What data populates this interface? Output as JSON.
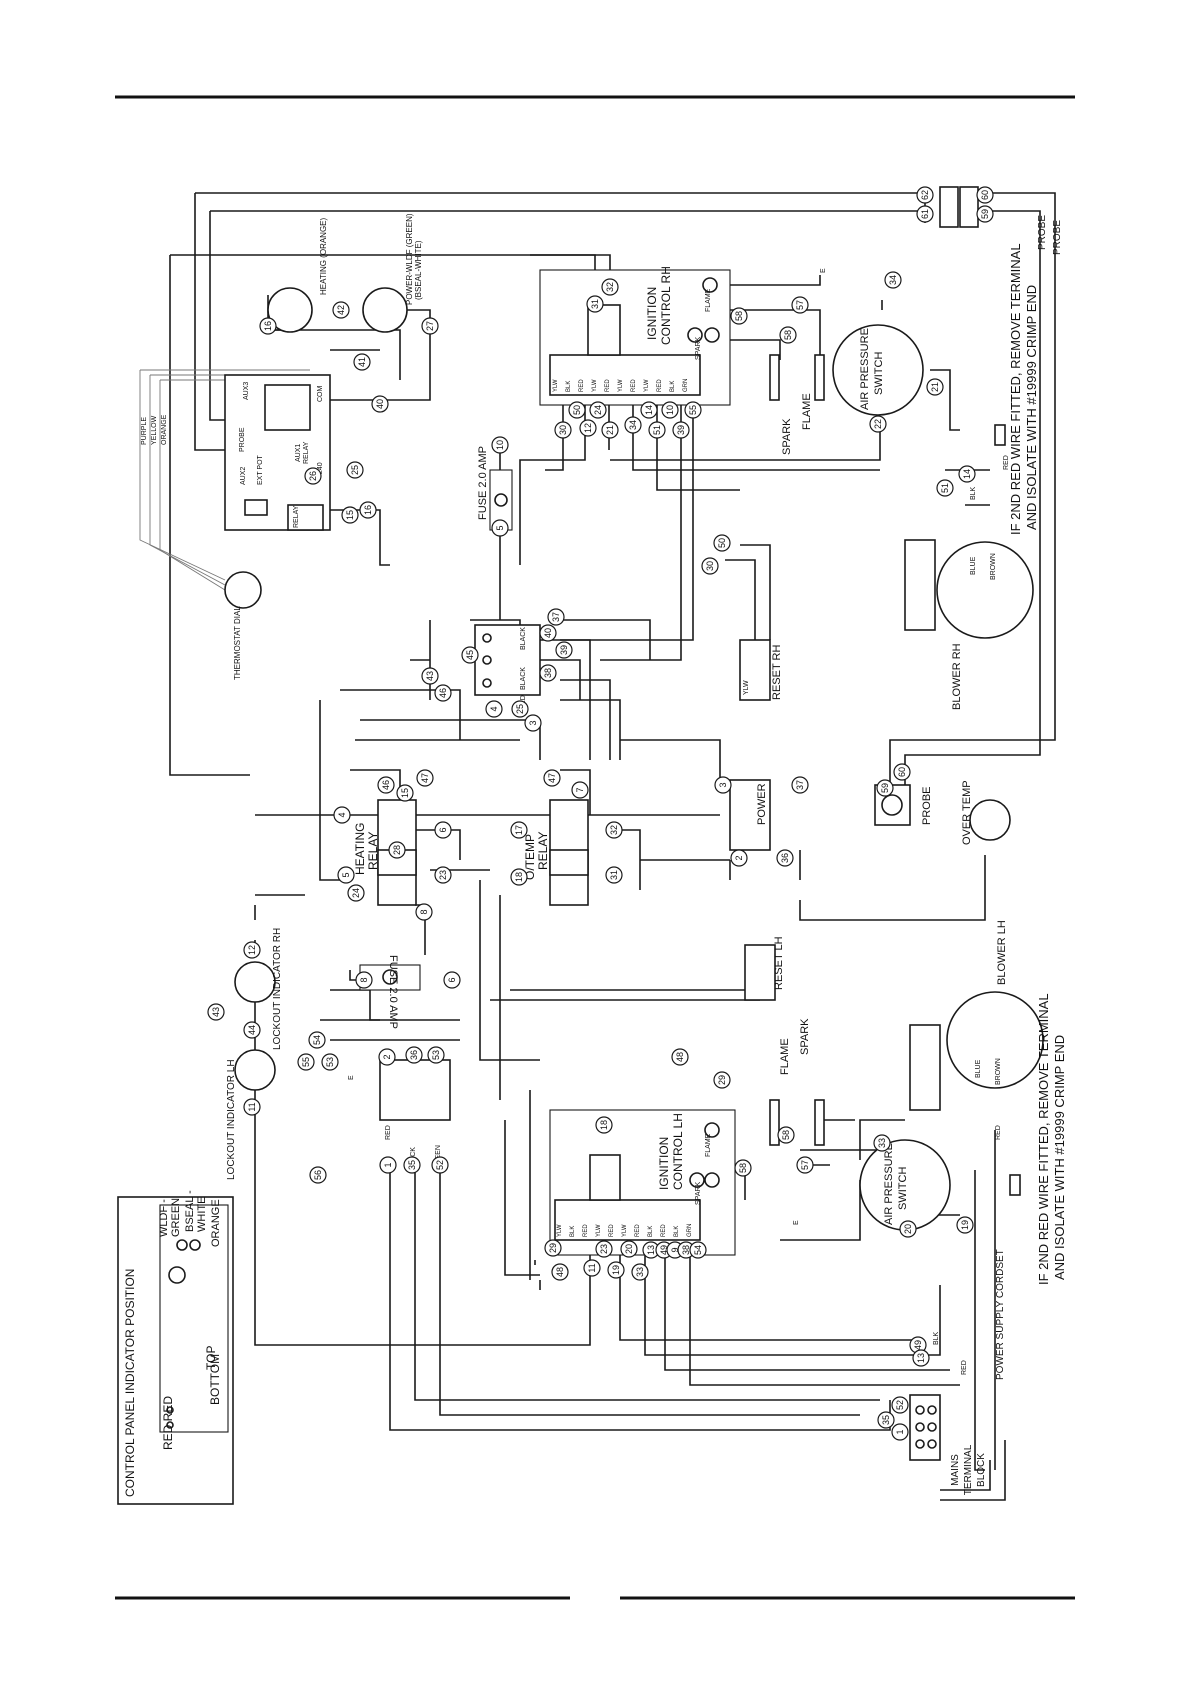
{
  "top_labels": {
    "ignition_rh": [
      "IGNITION",
      "CONTROL RH"
    ],
    "air_pressure_rh": [
      "AIR PRESSURE",
      "SWITCH"
    ],
    "fuse_top": "FUSE 2.0 AMP",
    "fuse_mid": "FUSE 2.0 AMP",
    "reset_rh": "RESET RH",
    "reset_lh": "RESET LH",
    "blower_rh": "BLOWER RH",
    "blower_lh": "BLOWER LH",
    "probe": "PROBE",
    "probe_wire_1": "PROBE",
    "probe_wire_2": "PROBE",
    "over_temp": "OVER TEMP",
    "power": "POWER",
    "heating_relay": [
      "HEATING",
      "RELAY"
    ],
    "otemp_relay": [
      "O/TEMP",
      "RELAY"
    ],
    "thermostat_dial": "THERMOSTAT DIAL",
    "spark": "SPARK",
    "flame": "FLAME",
    "lockout_rh": "LOCKOUT INDICATOR RH",
    "lockout_lh": "LOCKOUT INDICATOR LH",
    "ignition_lh": [
      "IGNITION",
      "CONTROL LH"
    ],
    "air_pressure_lh": [
      "AIR PRESSURE",
      "SWITCH"
    ],
    "spark_lh": "SPARK",
    "flame_lh": "FLAME",
    "power_cordset": "POWER SUPPLY CORDSET",
    "mains_block": [
      "MAINS",
      "TERMINAL",
      "BLOCK"
    ],
    "heating_orange": "HEATING (ORANGE)",
    "power_green": [
      "POWER-WLDF (GREEN)",
      "(BSEAL-WHITE)"
    ],
    "note_rh": [
      "IF 2ND RED WIRE FITTED, REMOVE TERMINAL",
      "AND ISOLATE WITH #19999 CRIMP END"
    ],
    "note_lh": [
      "IF 2ND RED WIRE FITTED, REMOVE TERMINAL",
      "AND ISOLATE WITH #19999 CRIMP END"
    ],
    "purple": "PURPLE",
    "yellow": "YELLOW",
    "orange": "ORANGE"
  },
  "controller_labels": {
    "aux1": "AUX1",
    "aux2": "AUX2",
    "aux3": "AUX3",
    "probe": "PROBE",
    "ext_pot": "EXT POT",
    "relay": "RELAY",
    "relay_a": "RELAY",
    "com": "COM",
    "v240": "240"
  },
  "ignition_rh_pins": [
    "YLW",
    "BLK",
    "RED",
    "YLW",
    "RED",
    "YLW",
    "RED",
    "YLW",
    "RED",
    "BLK",
    "GRN"
  ],
  "ignition_lh_pins": [
    "YLW",
    "BLK",
    "RED",
    "YLW",
    "RED",
    "YLW",
    "RED",
    "BLK",
    "RED",
    "BLK",
    "GRN"
  ],
  "legend": {
    "title": "CONTROL PANEL INDICATOR POSITION",
    "top": "TOP",
    "bottom": "BOTTOM",
    "red_red": "RED RED",
    "wldf_green": [
      "WLDF -",
      "GREEN"
    ],
    "bseal_white": [
      "BSEAL -",
      "WHITE"
    ],
    "orange": "ORANGE"
  },
  "wire_numbers": {
    "n62": "62",
    "n61": "61",
    "n60": "60",
    "n59": "59",
    "n32": "32",
    "n31": "31",
    "n42": "42",
    "n16": "16",
    "n27": "27",
    "n41": "41",
    "n40": "40",
    "n58a": "58",
    "n58b": "58",
    "n57": "57",
    "n34": "34",
    "n21": "21",
    "n22": "22",
    "n30": "30",
    "n50": "50",
    "n12": "12",
    "n24": "24",
    "n21b": "21",
    "n34b": "34",
    "n14": "14",
    "n51": "51",
    "n10": "10",
    "n39": "39",
    "n55": "55",
    "n14b": "14",
    "n51b": "51",
    "n10b": "10",
    "n5": "5",
    "n26": "26",
    "n25": "25",
    "n15": "15",
    "n16b": "16",
    "n50b": "50",
    "n30b": "30",
    "n37": "37",
    "n40b": "40",
    "n39b": "39",
    "n38": "38",
    "n45": "45",
    "n43": "43",
    "n46": "46",
    "n4": "4",
    "n25b": "25",
    "n3": "3",
    "n59b": "59",
    "n60b": "60",
    "n46b": "46",
    "n47": "47",
    "n47b": "47",
    "n7": "7",
    "n15b": "15",
    "n3b": "3",
    "n37b": "37",
    "n6": "6",
    "n28": "28",
    "n17": "17",
    "n32b": "32",
    "n4b": "4",
    "n5b": "5",
    "n24b": "24",
    "n23": "23",
    "n18": "18",
    "n31b": "31",
    "n2": "2",
    "n36": "36",
    "n8": "8",
    "n8b": "8",
    "n6b": "6",
    "n12b": "12",
    "n43b": "43",
    "n44": "44",
    "n11": "11",
    "n54": "54",
    "n55b": "55",
    "n53": "53",
    "n2b": "2",
    "n36b": "36",
    "n53b": "53",
    "n48": "48",
    "n29": "29",
    "n56": "56",
    "n1": "1",
    "n35": "35",
    "n52": "52",
    "n18b": "18",
    "n58c": "58",
    "n58d": "58",
    "n57b": "57",
    "n33": "33",
    "n19": "19",
    "n20": "20",
    "n29b": "29",
    "n48b": "48",
    "n11b": "11",
    "n23b": "23",
    "n19b": "19",
    "n20b": "20",
    "n33b": "33",
    "n13": "13",
    "n49": "49",
    "n9": "9",
    "n38b": "38",
    "n54b": "54",
    "n49b": "49",
    "n13b": "13",
    "n52b": "52",
    "n35b": "35",
    "n1b": "1"
  },
  "small_tags": {
    "e1": "E",
    "e2": "E",
    "e3": "E",
    "ylw": "YLW",
    "blk": "BLK",
    "red": "RED",
    "red2": "RED",
    "blue": "BLUE",
    "brown": "BROWN",
    "blue2": "BLUE",
    "brown2": "BROWN",
    "red3": "RED",
    "blk2": "BLK",
    "black": "BLACK",
    "black2": "BLACK",
    "green": "GREEN",
    "red4": "RED",
    "black3": "BLACK",
    "black4": "BLACK",
    "red5": "RED",
    "flame_small": "FLAME",
    "spark_small": "SPARK",
    "flame_small2": "FLAME",
    "spark_small2": "SPARK"
  }
}
